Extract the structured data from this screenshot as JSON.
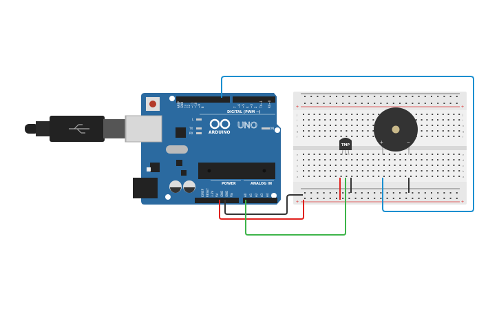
{
  "arduino": {
    "brand": "ARDUINO",
    "model": "UNO",
    "digital_label": "DIGITAL (PWM ~)",
    "power_label": "POWER",
    "analog_label": "ANALOG IN",
    "on_label": "ON",
    "led_labels": [
      "L",
      "TX",
      "RX"
    ],
    "digital_pins": [
      "AREF",
      "GND",
      "13",
      "12",
      "~11",
      "~10",
      "~9",
      "8",
      "7",
      "~6",
      "~5",
      "4",
      "~3",
      "2",
      "TX→1",
      "RX←0"
    ],
    "power_pins": [
      "IOREF",
      "RESET",
      "3.3V",
      "5V",
      "GND",
      "GND",
      "Vin"
    ],
    "analog_pins": [
      "A0",
      "A1",
      "A2",
      "A3",
      "A4",
      "A5"
    ],
    "board_color": "#2b6aa0"
  },
  "breadboard": {
    "rail_plus": "+",
    "rail_minus": "-",
    "row_letters_top": [
      "j",
      "i",
      "h",
      "g",
      "f"
    ],
    "row_letters_bottom": [
      "e",
      "d",
      "c",
      "b",
      "a"
    ]
  },
  "sensor": {
    "label": "TMP"
  },
  "buzzer": {
    "plus": "+",
    "minus": "−"
  },
  "wire_colors": {
    "signal": "#1a8fd0",
    "power": "#e0211d",
    "ground": "#333333",
    "analog": "#3cb449"
  }
}
